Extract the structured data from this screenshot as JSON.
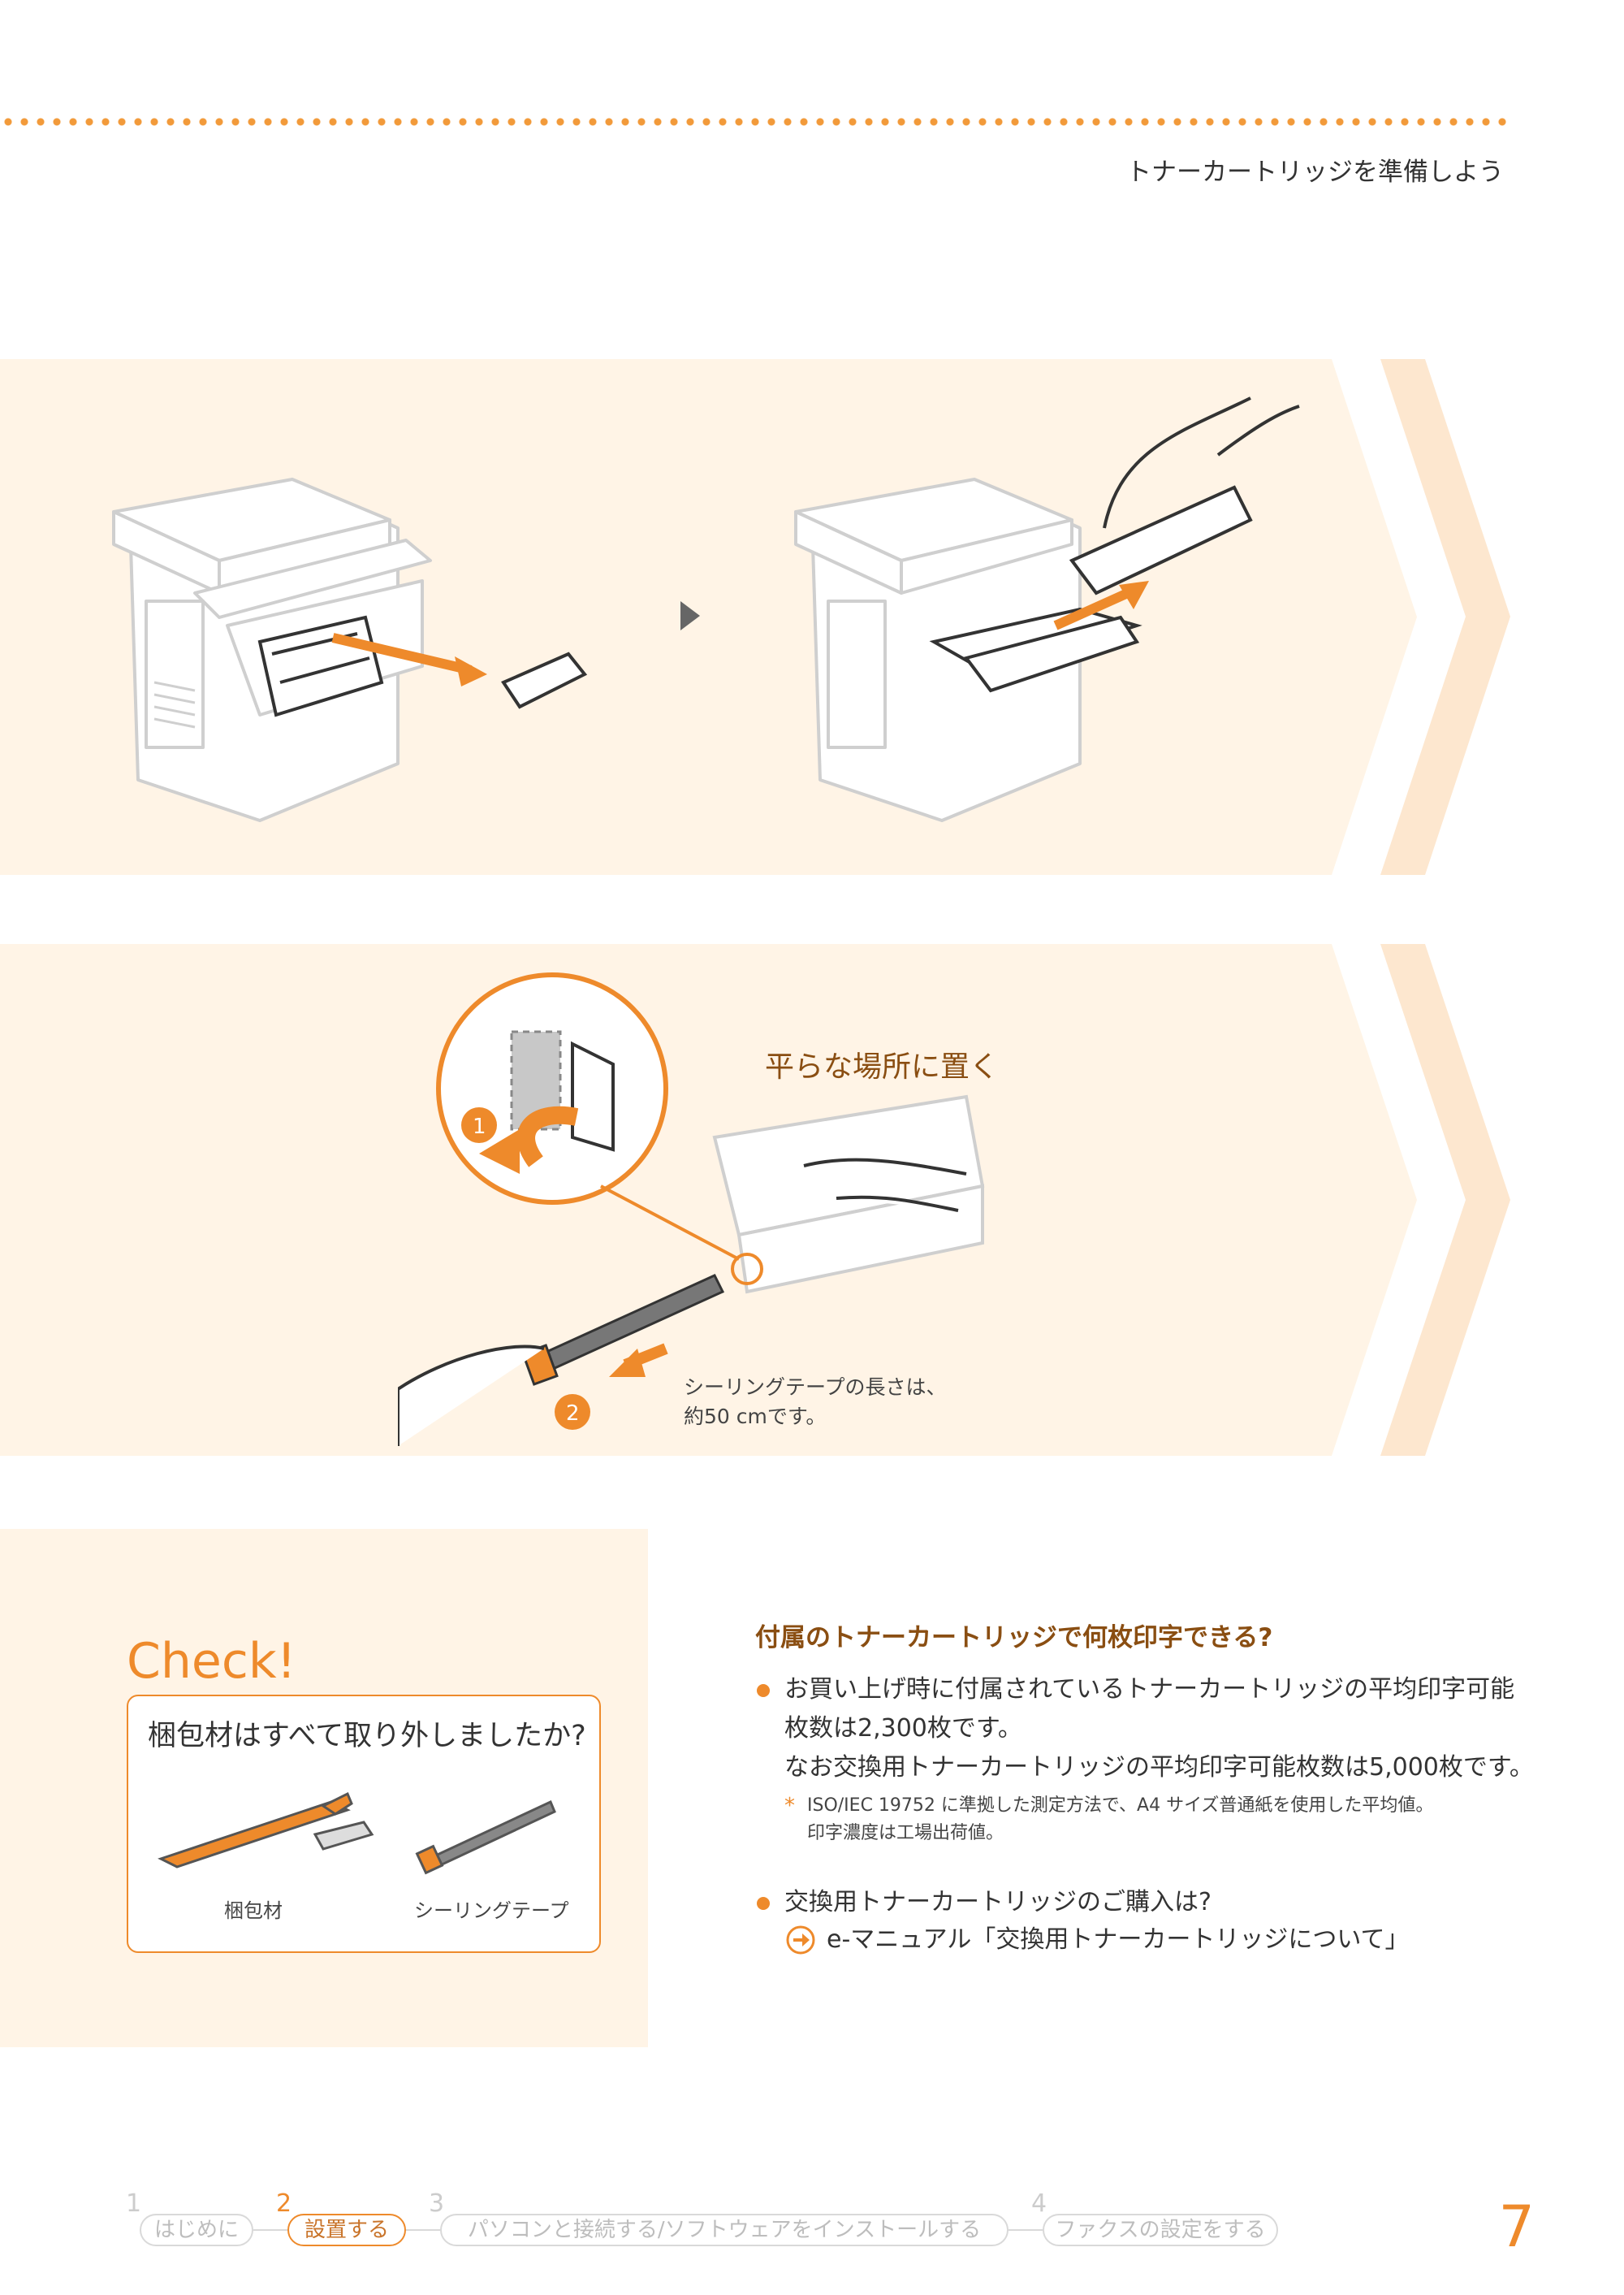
{
  "header": {
    "title": "トナーカートリッジを準備しよう"
  },
  "step2": {
    "flat_place_label": "平らな場所に置く",
    "tape_note_line1": "シーリングテープの長さは、",
    "tape_note_line2": "約50 cmです。",
    "marker1": "1",
    "marker2": "2"
  },
  "check": {
    "title": "Check!",
    "question": "梱包材はすべて取り外しましたか?",
    "item1_caption": "梱包材",
    "item2_caption": "シーリングテープ"
  },
  "faq": {
    "title": "付属のトナーカートリッジで何枚印字できる?",
    "bullet1_line1": "お買い上げ時に付属されているトナーカートリッジの平均印字可能",
    "bullet1_line2": "枚数は2,300枚です。",
    "bullet1_line3": "なお交換用トナーカートリッジの平均印字可能枚数は5,000枚です。",
    "note_mark": "*",
    "note_line1": "ISO/IEC 19752 に準拠した測定方法で、A4 サイズ普通紙を使用した平均値。",
    "note_line2": "印字濃度は工場出荷値。",
    "bullet2": "交換用トナーカートリッジのご購入は?",
    "link": "e-マニュアル「交換用トナーカートリッジについて」"
  },
  "footer": {
    "steps": [
      {
        "num": "1",
        "label": "はじめに"
      },
      {
        "num": "2",
        "label": "設置する"
      },
      {
        "num": "3",
        "label": "パソコンと接続する/ソフトウェアをインストールする"
      },
      {
        "num": "4",
        "label": "ファクスの設定をする"
      }
    ],
    "page_number": "7"
  },
  "colors": {
    "accent": "#ee8a2b",
    "panel_bg": "#fff4e6",
    "heading_brown": "#8a4e12"
  }
}
